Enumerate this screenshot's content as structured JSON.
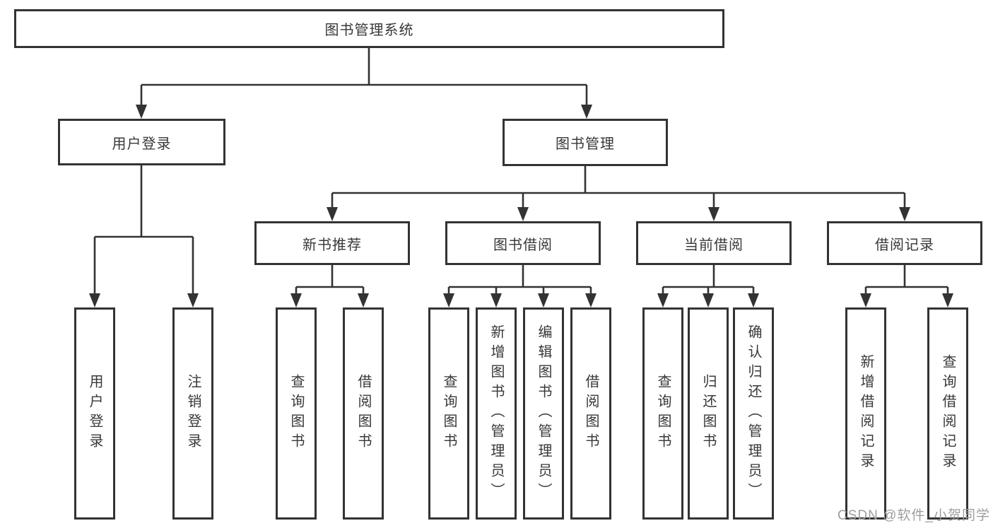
{
  "diagram": {
    "root": {
      "label": "图书管理系统"
    },
    "branches": [
      {
        "label": "用户登录",
        "children": [
          {
            "label": "用户登录"
          },
          {
            "label": "注销登录"
          }
        ]
      },
      {
        "label": "图书管理",
        "groups": [
          {
            "label": "新书推荐",
            "children": [
              {
                "label": "查询图书"
              },
              {
                "label": "借阅图书"
              }
            ]
          },
          {
            "label": "图书借阅",
            "children": [
              {
                "label": "查询图书"
              },
              {
                "label": "新增图书（管理员）"
              },
              {
                "label": "编辑图书（管理员）"
              },
              {
                "label": "借阅图书"
              }
            ]
          },
          {
            "label": "当前借阅",
            "children": [
              {
                "label": "查询图书"
              },
              {
                "label": "归还图书"
              },
              {
                "label": "确认归还（管理员）"
              }
            ]
          },
          {
            "label": "借阅记录",
            "children": [
              {
                "label": "新增借阅记录"
              },
              {
                "label": "查询借阅记录"
              }
            ]
          }
        ]
      }
    ]
  },
  "watermark": {
    "text": "CSDN @软件_小贺同学"
  },
  "colors": {
    "line": "#333333",
    "text": "#383838",
    "watermark": "#9e9e9e",
    "background": "#ffffff"
  }
}
